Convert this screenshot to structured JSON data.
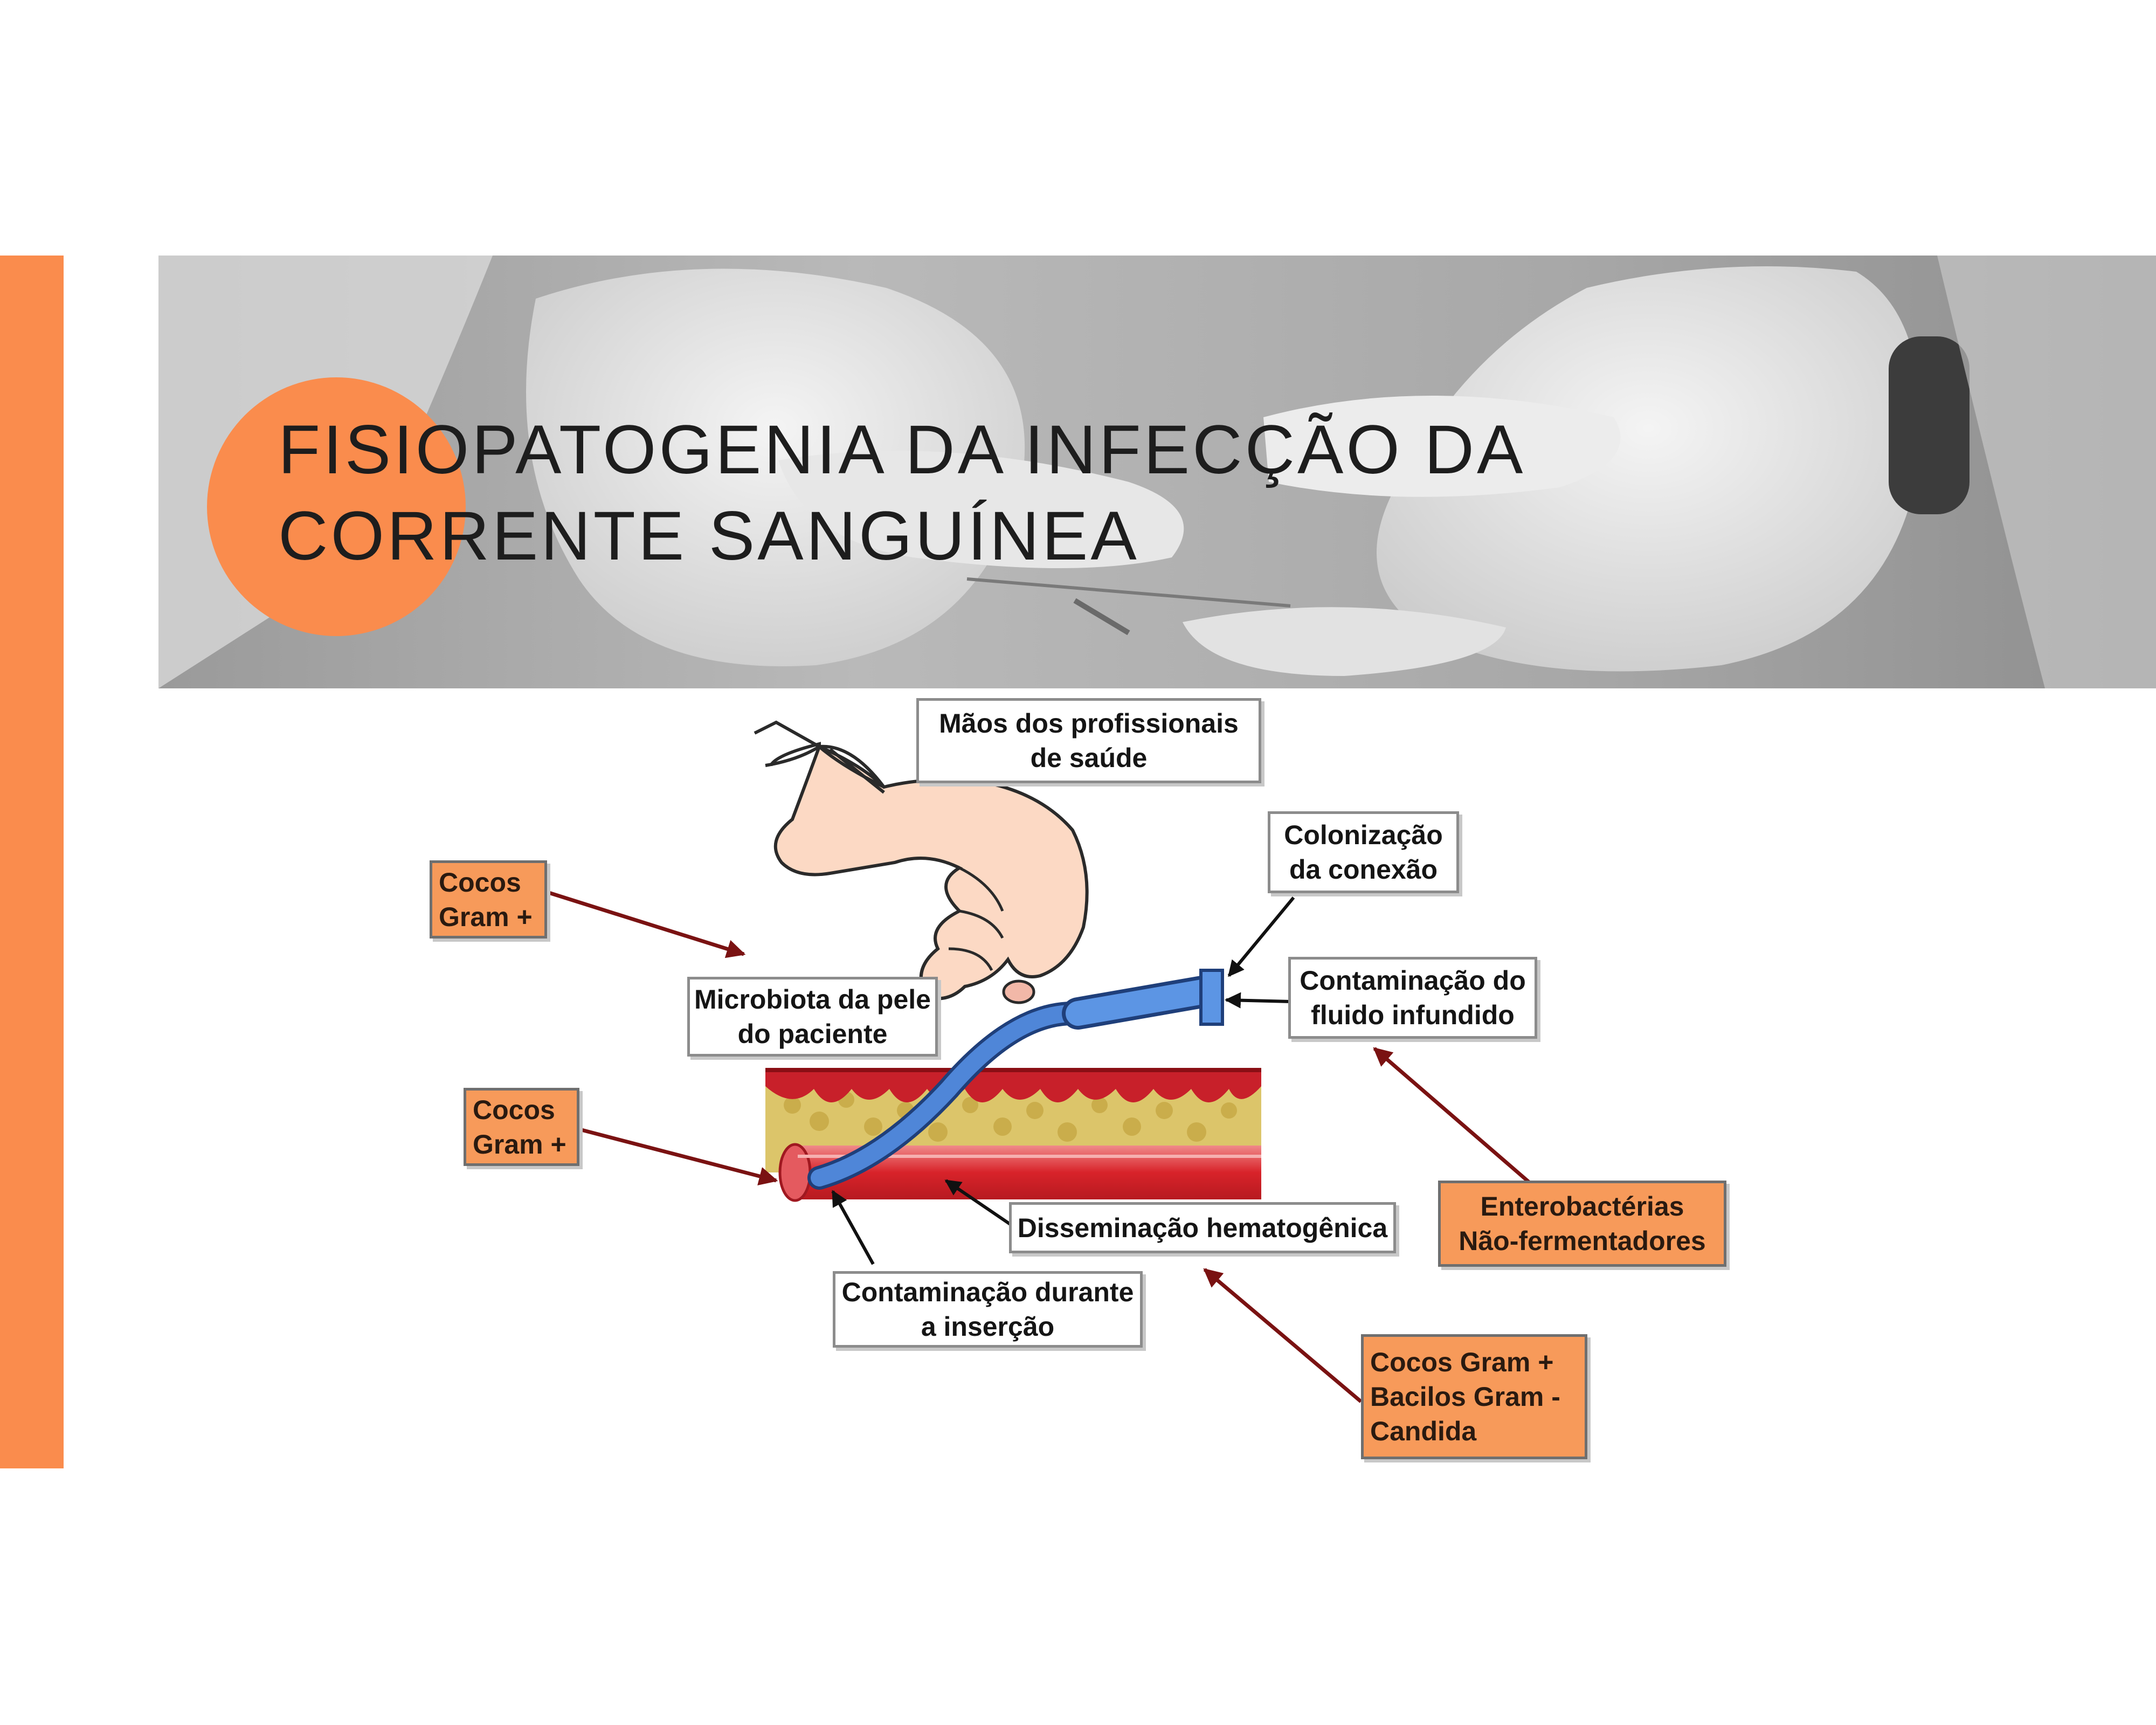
{
  "title": {
    "lines": [
      "FISIOPATOGENIA DA INFECÇÃO DA",
      "CORRENTE SANGUÍNEA"
    ]
  },
  "colors": {
    "accent": "#fa8c4d",
    "banner_gray": "#a9a9a9",
    "label_orange": "#f79a5a",
    "arrow_dark_red": "#7a1212",
    "catheter_blue": "#4f86d8",
    "vessel_red": "#d8232a",
    "fat_yellow": "#dcc56a"
  },
  "diagram": {
    "labels": {
      "hands": [
        "Mãos dos profissionais",
        "de saúde"
      ],
      "connection": [
        "Colonização",
        "da conexão"
      ],
      "skin": [
        "Microbiota da pele",
        "do paciente"
      ],
      "fluid": [
        "Contaminação do",
        "fluido infundido"
      ],
      "hematogenous": [
        "Disseminação hematogênica"
      ],
      "insertion": [
        "Contaminação durante",
        "a inserção"
      ]
    },
    "organisms": {
      "skin_top": [
        "Cocos",
        "Gram +"
      ],
      "skin_bottom": [
        "Cocos",
        "Gram +"
      ],
      "fluid": [
        "Enterobactérias",
        "Não-fermentadores"
      ],
      "hematogenous": [
        "Cocos Gram +",
        "Bacilos Gram -",
        "Candida"
      ]
    }
  }
}
